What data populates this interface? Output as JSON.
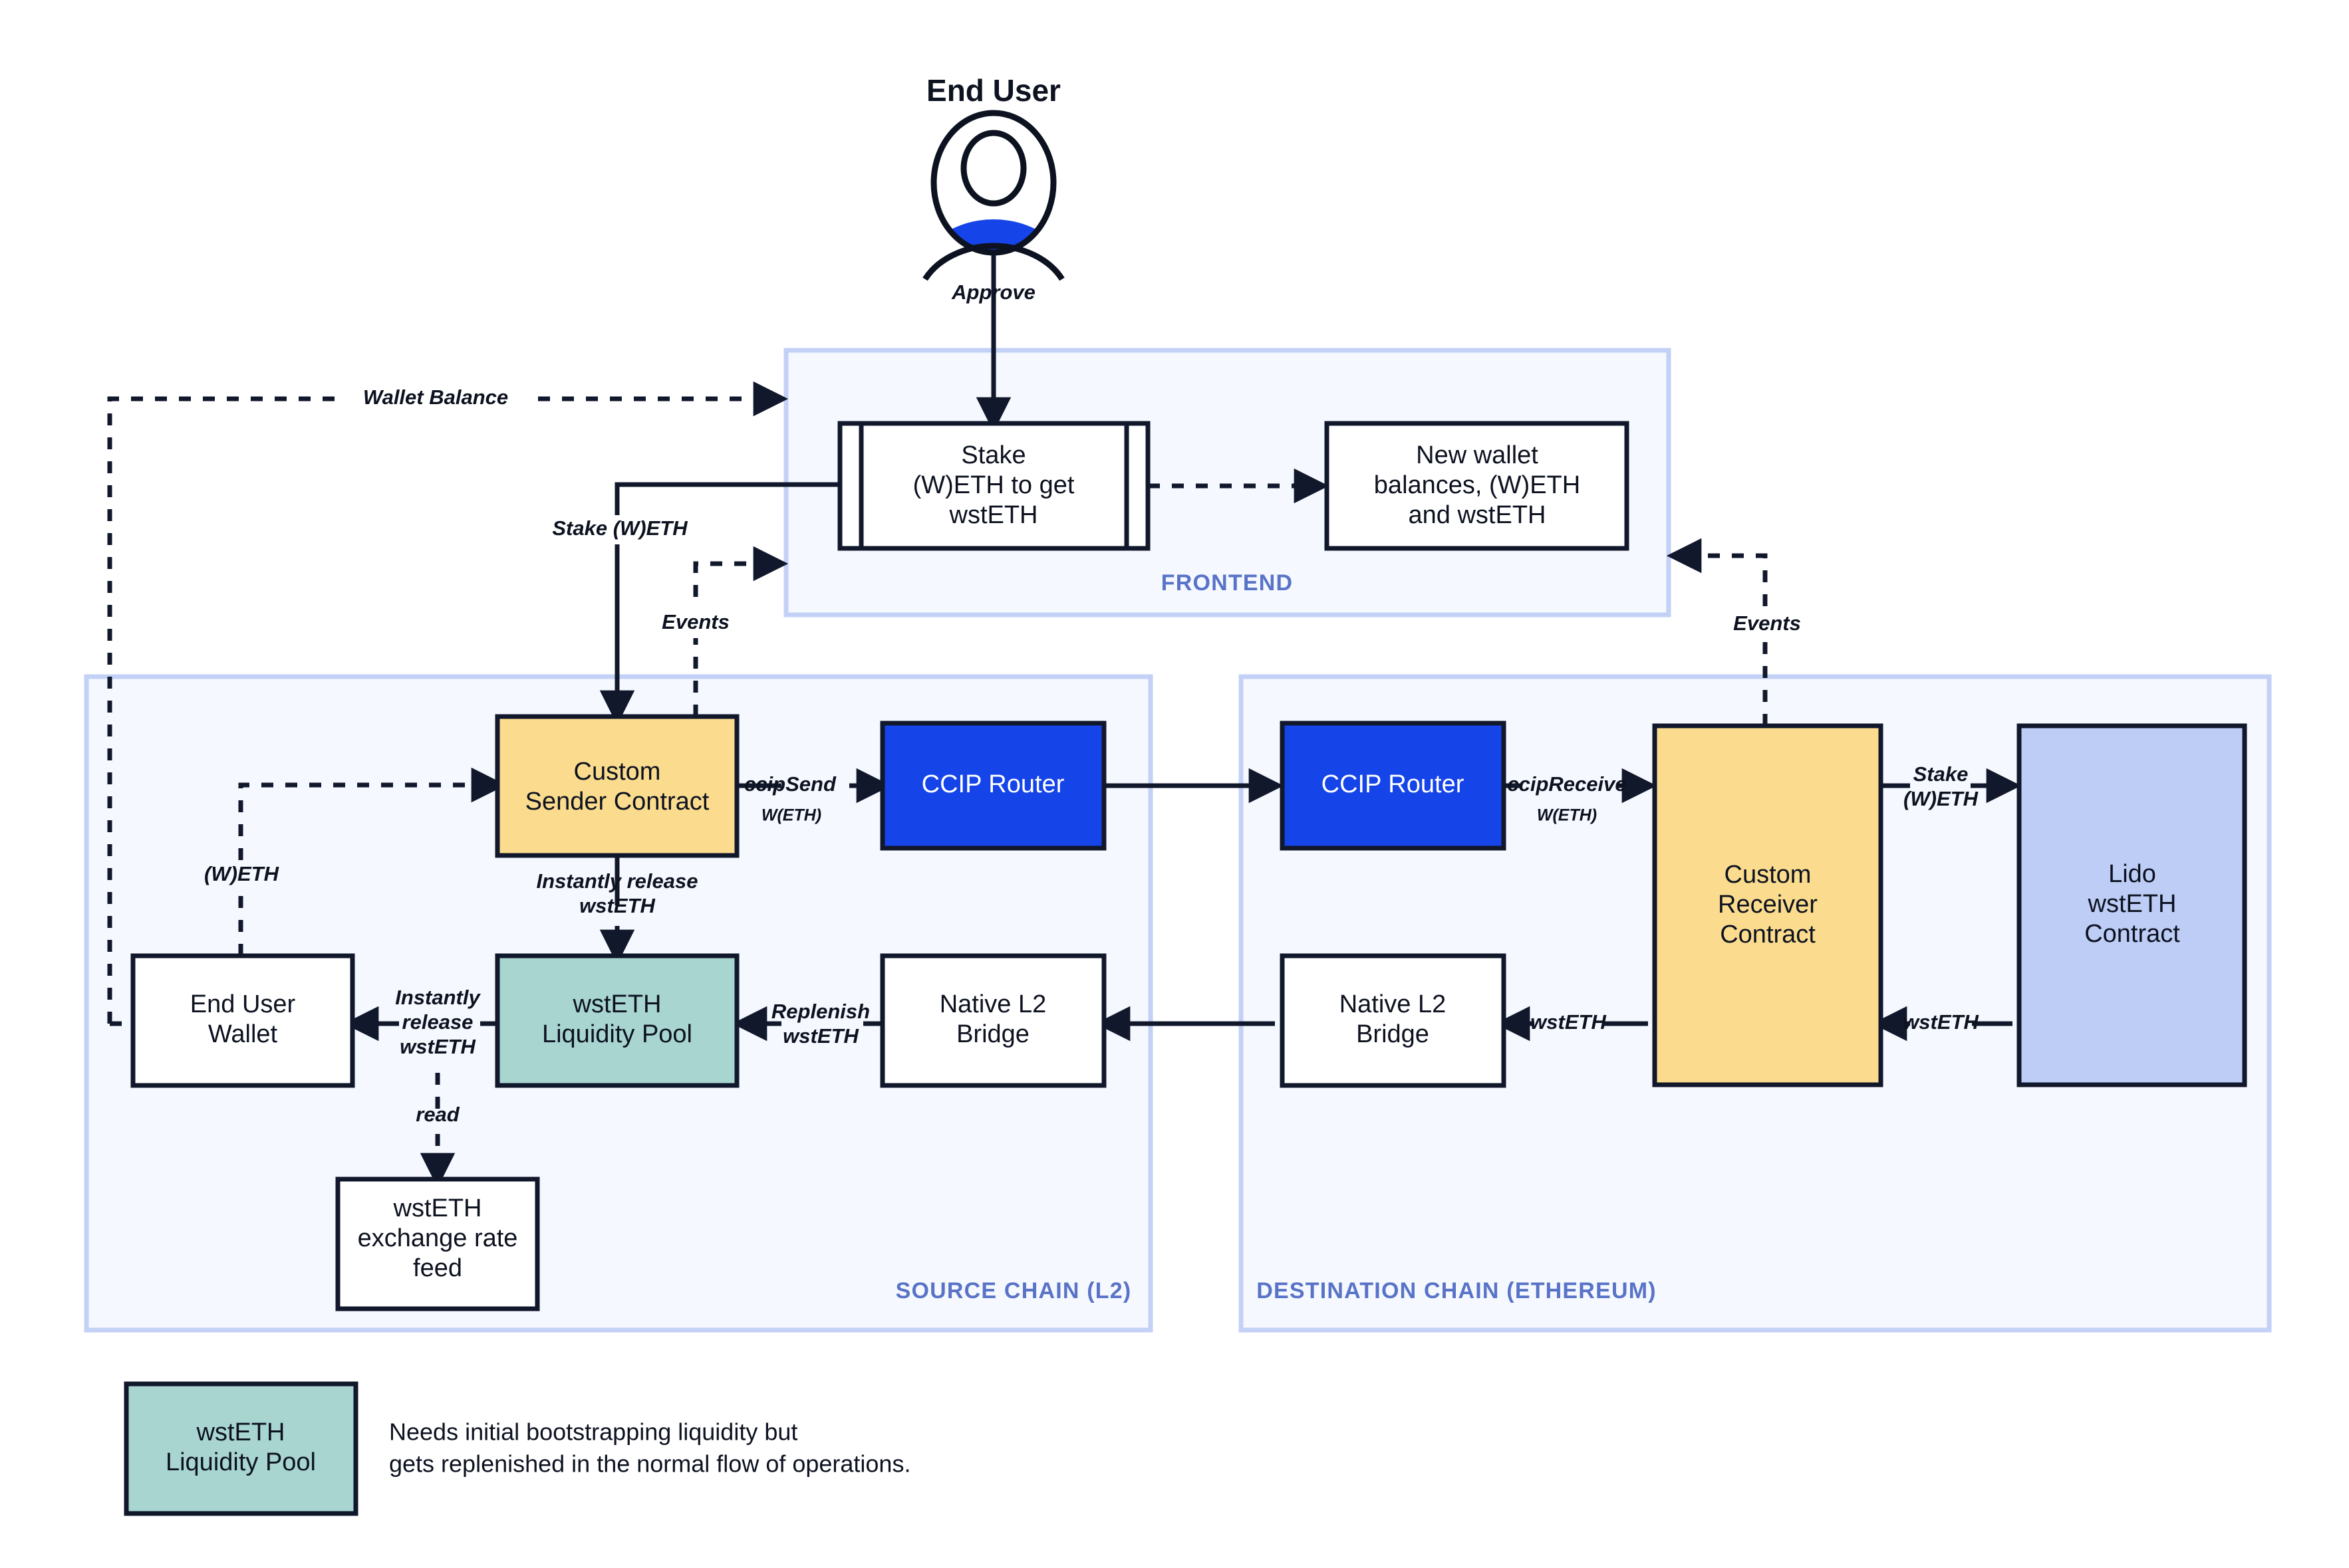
{
  "actor": {
    "title": "End User",
    "icon": "user-avatar-icon",
    "avatar_accent": "#1B4BEF",
    "approve_label": "Approve"
  },
  "zones": [
    {
      "id": "frontend",
      "label": "FRONTEND",
      "fill": "#F5F8FE",
      "border": "#C3D1F7"
    },
    {
      "id": "source-chain",
      "label": "SOURCE CHAIN (L2)",
      "fill": "#F5F8FE",
      "border": "#C3D1F7"
    },
    {
      "id": "destination-chain",
      "label": "DESTINATION CHAIN (ETHEREUM)",
      "fill": "#F5F8FE",
      "border": "#C3D1F7"
    }
  ],
  "nodes": {
    "stake_form": {
      "lines": [
        "Stake",
        "(W)ETH to get",
        "wstETH"
      ],
      "fill": "#FFFFFF",
      "shape": "predefined-process"
    },
    "new_balances": {
      "lines": [
        "New wallet",
        "balances, (W)ETH",
        "and wstETH"
      ],
      "fill": "#FFFFFF",
      "shape": "rect"
    },
    "custom_sender": {
      "lines": [
        "Custom",
        "Sender Contract"
      ],
      "fill": "#FBDC8E",
      "shape": "rect"
    },
    "ccip_router_source": {
      "lines": [
        "CCIP Router"
      ],
      "fill": "#1544E8",
      "shape": "rect",
      "text_color": "#FFFFFF"
    },
    "ccip_router_destination": {
      "lines": [
        "CCIP Router"
      ],
      "fill": "#1544E8",
      "shape": "rect",
      "text_color": "#FFFFFF"
    },
    "custom_receiver": {
      "lines": [
        "Custom",
        "Receiver",
        "Contract"
      ],
      "fill": "#FBDC8E",
      "shape": "rect"
    },
    "lido_contract": {
      "lines": [
        "Lido",
        "wstETH",
        "Contract"
      ],
      "fill": "#BDCDF5",
      "shape": "rect"
    },
    "end_user_wallet": {
      "lines": [
        "End User",
        "Wallet"
      ],
      "fill": "#FFFFFF",
      "shape": "rect"
    },
    "liquidity_pool": {
      "lines": [
        "wstETH",
        "Liquidity Pool"
      ],
      "fill": "#A8D5D0",
      "shape": "rect"
    },
    "native_bridge_source": {
      "lines": [
        "Native L2",
        "Bridge"
      ],
      "fill": "#FFFFFF",
      "shape": "rect"
    },
    "native_bridge_destination": {
      "lines": [
        "Native L2",
        "Bridge"
      ],
      "fill": "#FFFFFF",
      "shape": "rect"
    },
    "exchange_rate_feed": {
      "lines": [
        "wstETH",
        "exchange rate",
        "feed"
      ],
      "fill": "#FFFFFF",
      "shape": "rect"
    }
  },
  "edges": {
    "approve": {
      "label": "Approve",
      "style": "solid"
    },
    "wallet_balance": {
      "label": "Wallet Balance",
      "style": "dashed"
    },
    "stake_weth": {
      "label": "Stake (W)ETH",
      "style": "solid"
    },
    "events_source": {
      "label": "Events",
      "style": "dashed"
    },
    "events_destination": {
      "label": "Events",
      "style": "dashed"
    },
    "weth_to_sender": {
      "label": "(W)ETH",
      "style": "dashed"
    },
    "ccip_send": {
      "label": "ccipSend",
      "sublabel": "W(ETH)",
      "style": "solid"
    },
    "ccip_receive": {
      "label": "ccipReceive",
      "sublabel": "W(ETH)",
      "style": "solid"
    },
    "stake_weth_lido": {
      "label_line1": "Stake",
      "label_line2": "(W)ETH",
      "style": "solid"
    },
    "wsteth_lido_to_receiver": {
      "label": "wstETH",
      "style": "solid"
    },
    "wsteth_receiver_to_bridge": {
      "label": "wstETH",
      "style": "solid"
    },
    "instantly_release_pool": {
      "label_line1": "Instantly release",
      "label_line2": "wstETH",
      "style": "solid"
    },
    "instantly_release_wallet": {
      "label_line1": "Instantly",
      "label_line2": "release",
      "label_line3": "wstETH",
      "style": "solid"
    },
    "replenish": {
      "label_line1": "Replenish",
      "label_line2": "wstETH",
      "style": "solid"
    },
    "read_feed": {
      "label": "read",
      "style": "dashed"
    },
    "balances_update": {
      "style": "dashed"
    },
    "bridge_to_bridge": {
      "style": "solid"
    },
    "router_to_router": {
      "style": "solid"
    }
  },
  "legend": {
    "swatch_label_line1": "wstETH",
    "swatch_label_line2": "Liquidity Pool",
    "swatch_fill": "#A8D5D0",
    "note_line1": "Needs initial bootstrapping liquidity but",
    "note_line2": "gets replenished in the normal flow of operations."
  }
}
